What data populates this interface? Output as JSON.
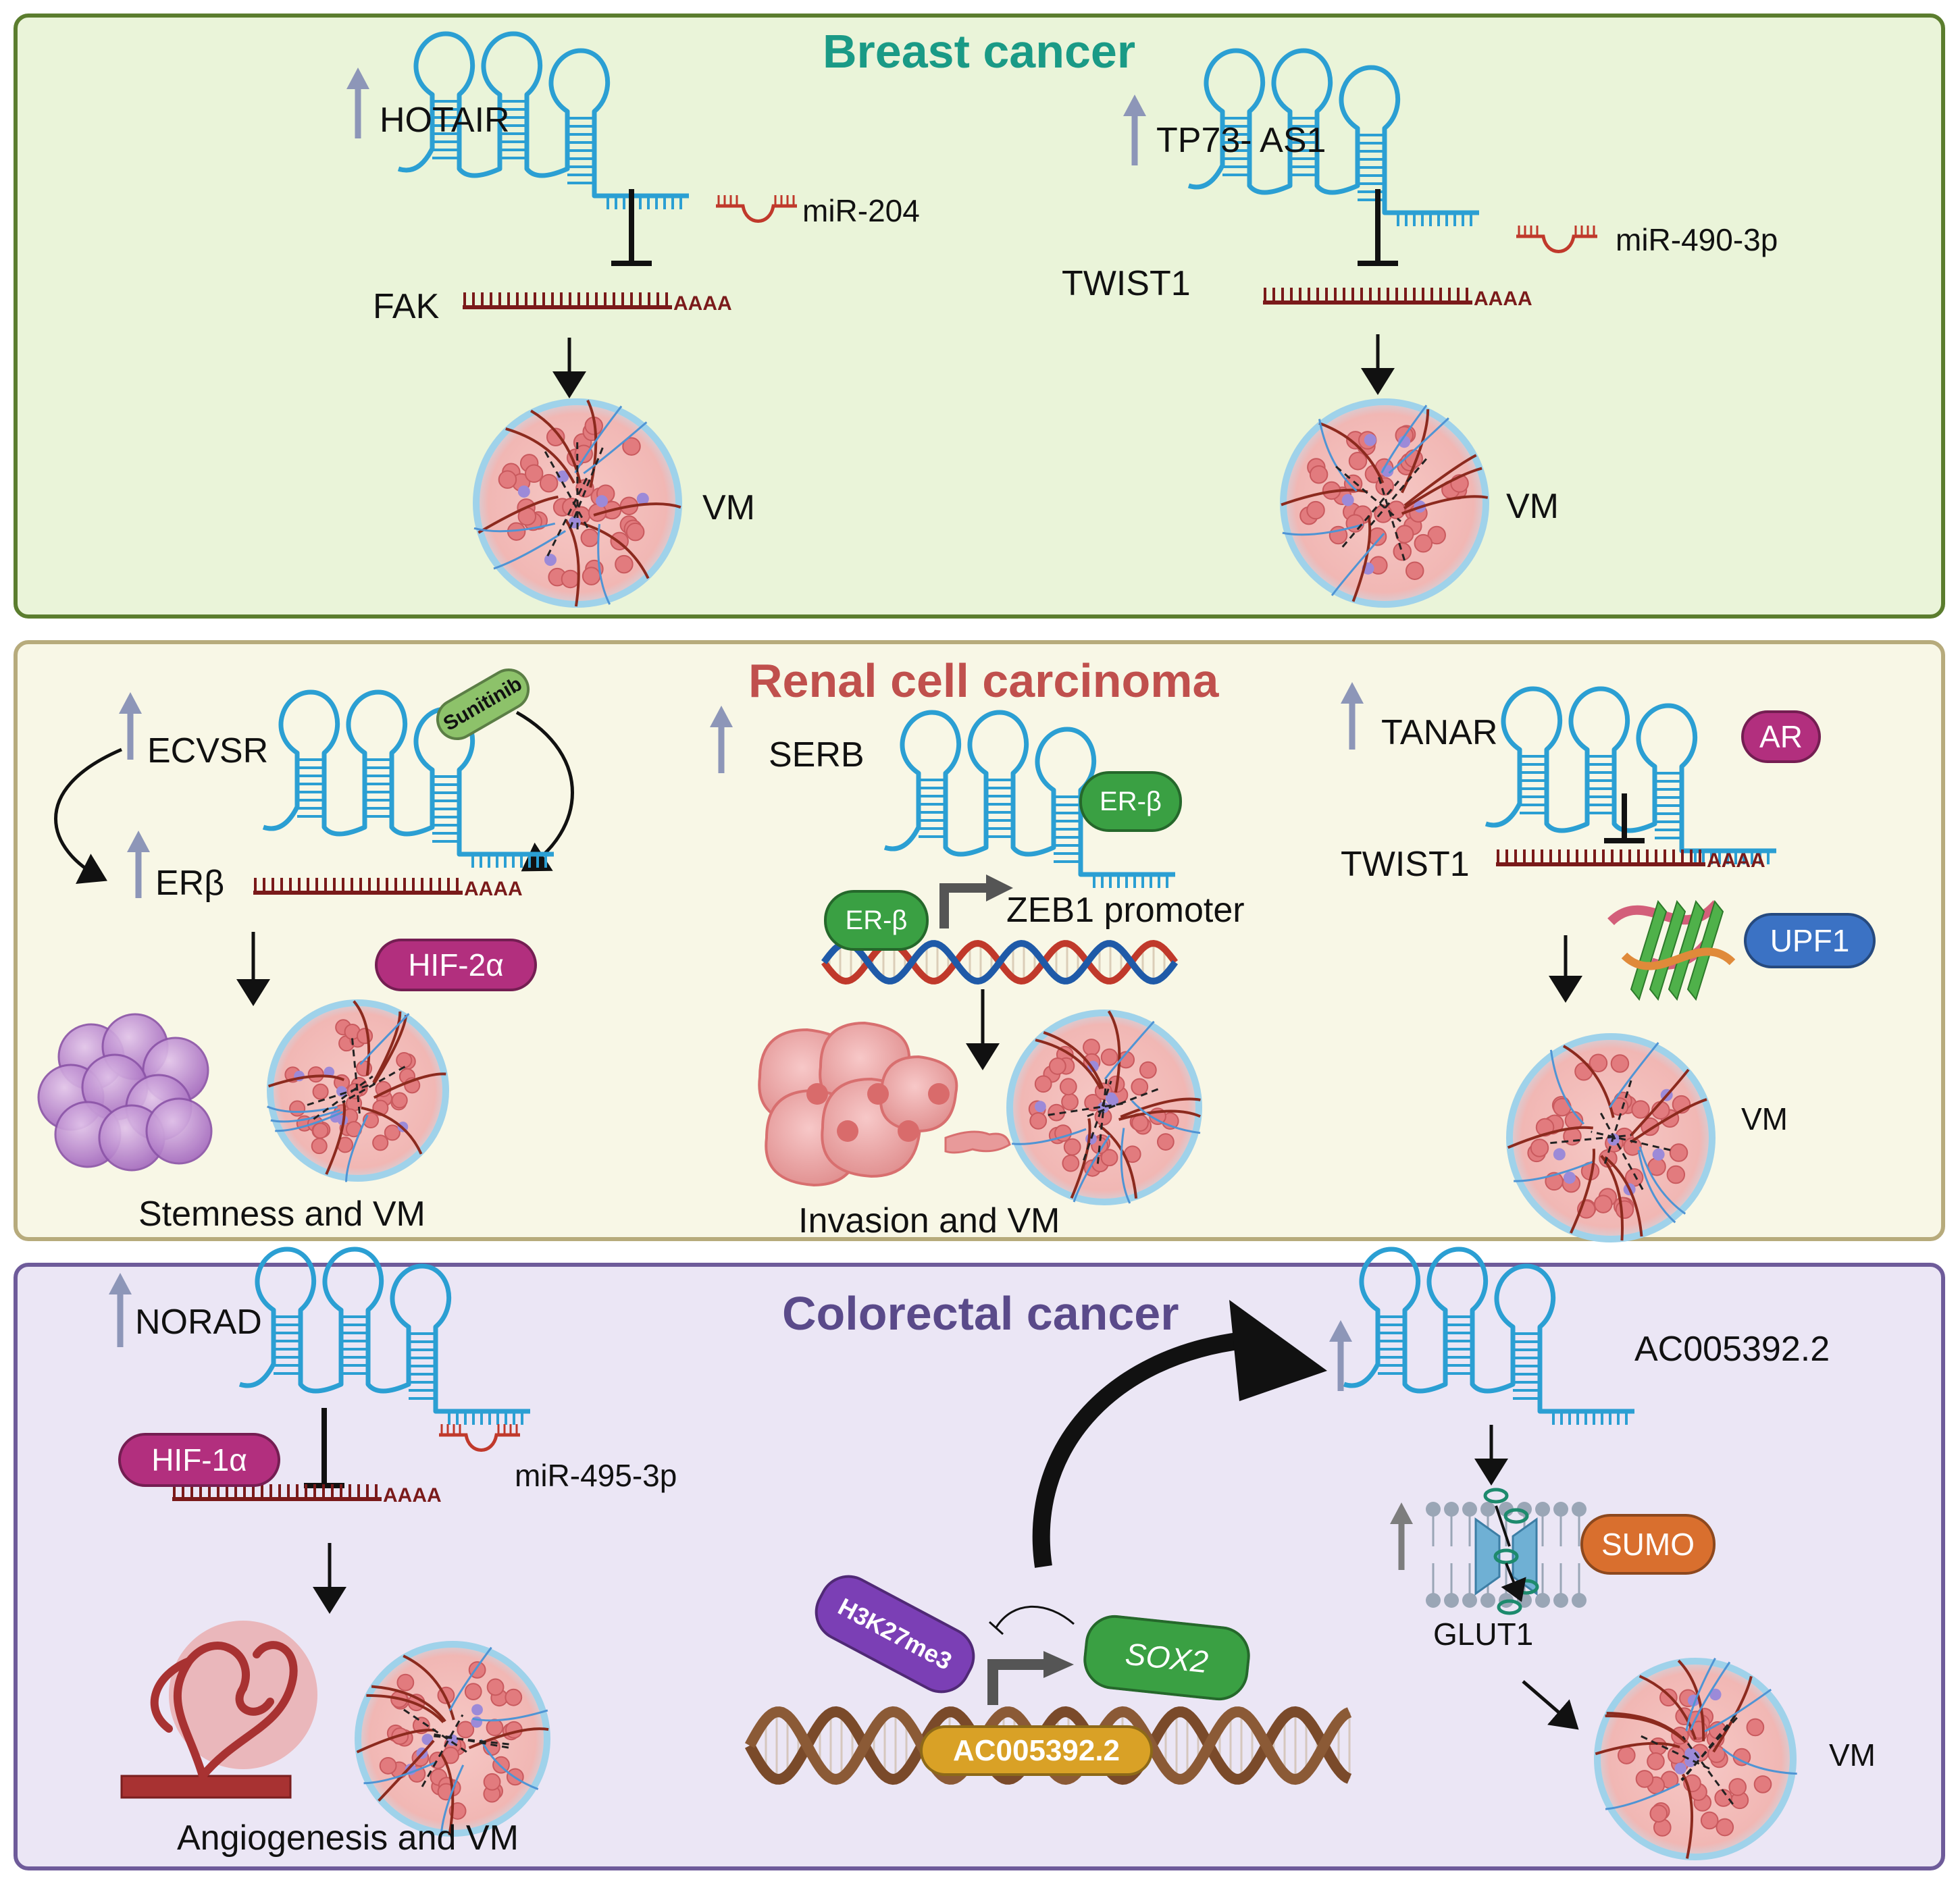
{
  "panels": {
    "breast": {
      "title": "Breast cancer",
      "bg": "#eaf4d9",
      "border": "#5b7d2e",
      "title_color": "#1a9a86",
      "left": {
        "lncrna": "HOTAIR",
        "mirna": "miR-204",
        "target": "FAK",
        "poly_a": "AAAA",
        "outcome": "VM"
      },
      "right": {
        "lncrna": "TP73- AS1",
        "mirna": "miR-490-3p",
        "target": "TWIST1",
        "poly_a": "AAAA",
        "outcome": "VM"
      }
    },
    "renal": {
      "title": "Renal cell carcinoma",
      "bg": "#f8f7e6",
      "border": "#b7ab7c",
      "title_color": "#c0504d",
      "left": {
        "lncrna": "ECVSR",
        "drug": "Sunitinib",
        "target": "ERβ",
        "poly_a": "AAAA",
        "factor": "HIF-2α",
        "outcome": "Stemness and VM"
      },
      "middle": {
        "lncrna": "SERB",
        "protein": "ER-β",
        "promoter_protein": "ER-β",
        "promoter": "ZEB1 promoter",
        "outcome": "Invasion and VM"
      },
      "right": {
        "lncrna": "TANAR",
        "receptor": "AR",
        "target": "TWIST1",
        "poly_a": "AAAA",
        "protein": "UPF1",
        "outcome": "VM"
      }
    },
    "colorectal": {
      "title": "Colorectal cancer",
      "bg": "#ebe6f5",
      "border": "#6e5b9a",
      "title_color": "#5a4a8a",
      "left": {
        "lncrna": "NORAD",
        "factor": "HIF-1α",
        "mirna": "miR-495-3p",
        "poly_a": "AAAA",
        "outcome": "Angiogenesis and VM"
      },
      "middle": {
        "mark": "H3K27me3",
        "tf": "SOX2",
        "gene": "AC005392.2"
      },
      "right": {
        "lncrna": "AC005392.2",
        "transporter": "GLUT1",
        "modifier": "SUMO",
        "outcome": "VM"
      }
    }
  },
  "colors": {
    "lncrna": "#2b9fd3",
    "mirna": "#c0392b",
    "mrna": "#7a1a1a",
    "up_arrow": "#8d96b8",
    "magenta_pill": "#b22f7e",
    "green_pill": "#3aa043",
    "blue_pill": "#3b72c4",
    "orange_pill": "#d96f2e",
    "purple_pill": "#7b3fb5",
    "gold_pill": "#d9a126",
    "dna_brown": "#7a4a2a"
  }
}
